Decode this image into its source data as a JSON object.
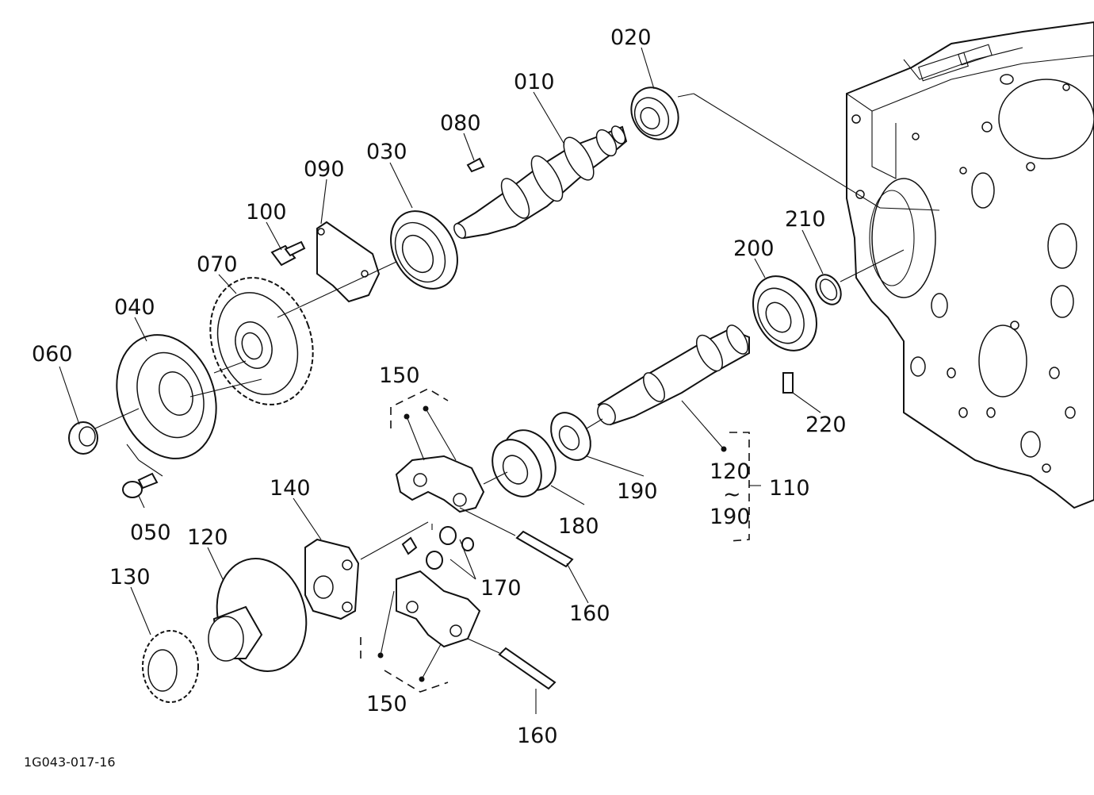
{
  "diagram": {
    "figure_code": "1G043-017-16",
    "parts": [
      {
        "id": "020",
        "label": "020"
      },
      {
        "id": "010",
        "label": "010"
      },
      {
        "id": "080",
        "label": "080"
      },
      {
        "id": "030",
        "label": "030"
      },
      {
        "id": "090",
        "label": "090"
      },
      {
        "id": "100",
        "label": "100"
      },
      {
        "id": "070",
        "label": "070"
      },
      {
        "id": "040",
        "label": "040"
      },
      {
        "id": "060",
        "label": "060"
      },
      {
        "id": "050",
        "label": "050"
      },
      {
        "id": "210",
        "label": "210"
      },
      {
        "id": "200",
        "label": "200"
      },
      {
        "id": "220",
        "label": "220"
      },
      {
        "id": "150a",
        "label": "150"
      },
      {
        "id": "150b",
        "label": "150"
      },
      {
        "id": "140",
        "label": "140"
      },
      {
        "id": "120a",
        "label": "120"
      },
      {
        "id": "120b",
        "label": "120"
      },
      {
        "id": "130",
        "label": "130"
      },
      {
        "id": "170",
        "label": "170"
      },
      {
        "id": "160a",
        "label": "160"
      },
      {
        "id": "160b",
        "label": "160"
      },
      {
        "id": "180",
        "label": "180"
      },
      {
        "id": "190a",
        "label": "190"
      },
      {
        "id": "190b",
        "label": "190"
      },
      {
        "id": "110",
        "label": "110"
      }
    ],
    "range_symbol": "~"
  }
}
